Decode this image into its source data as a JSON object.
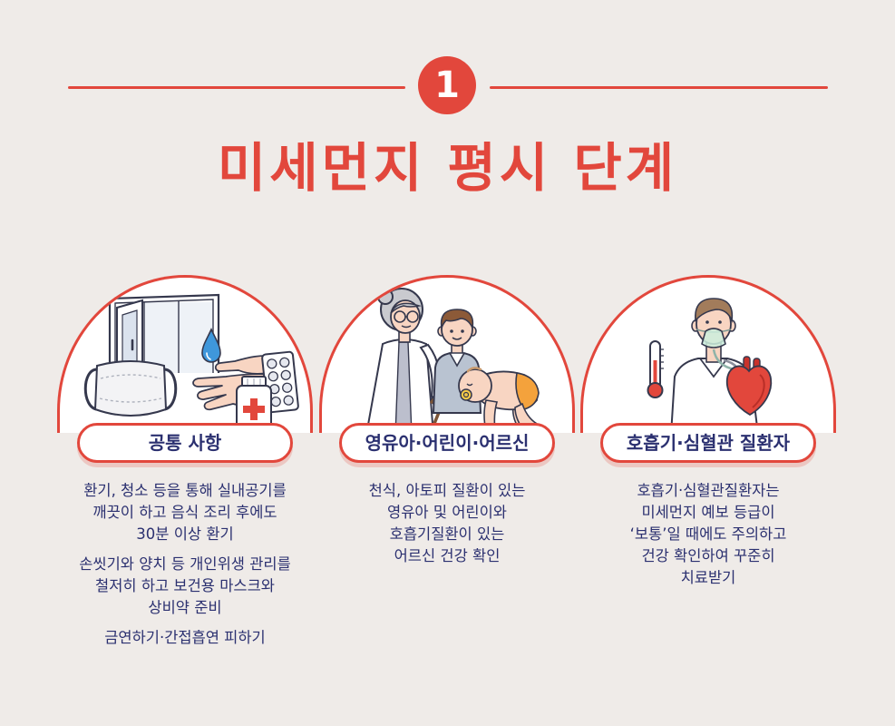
{
  "header": {
    "step_number": "1",
    "title": "미세먼지 평시 단계"
  },
  "colors": {
    "background": "#efebe8",
    "accent": "#e2473c",
    "text": "#2b3070"
  },
  "panels": [
    {
      "label": "공통 사항",
      "illustration_icons": [
        "window-icon",
        "water-drop-icon",
        "mask-icon",
        "hand-icon",
        "pill-pack-icon",
        "medicine-bottle-icon"
      ],
      "paragraphs": [
        [
          "환기, 청소 등을 통해 실내공기를",
          "깨끗이 하고 음식 조리 후에도",
          "30분 이상 환기"
        ],
        [
          "손씻기와 양치 등 개인위생 관리를",
          "철저히 하고 보건용 마스크와",
          "상비약 준비"
        ],
        [
          "금연하기·간접흡연 피하기"
        ]
      ]
    },
    {
      "label": "영유아·어린이·어르신",
      "illustration_icons": [
        "grandmother-icon",
        "cane-icon",
        "boy-icon",
        "baby-icon"
      ],
      "paragraphs": [
        [
          "천식, 아토피 질환이 있는",
          "영유아 및 어린이와",
          "호흡기질환이 있는",
          "어르신 건강 확인"
        ]
      ]
    },
    {
      "label": "호흡기·심혈관 질환자",
      "illustration_icons": [
        "thermometer-icon",
        "patient-icon",
        "oxygen-mask-icon",
        "stethoscope-icon",
        "heart-icon"
      ],
      "paragraphs": [
        [
          "호흡기·심혈관질환자는",
          "미세먼지 예보 등급이",
          "‘보통’일 때에도 주의하고",
          "건강 확인하여 꾸준히",
          "치료받기"
        ]
      ]
    }
  ]
}
